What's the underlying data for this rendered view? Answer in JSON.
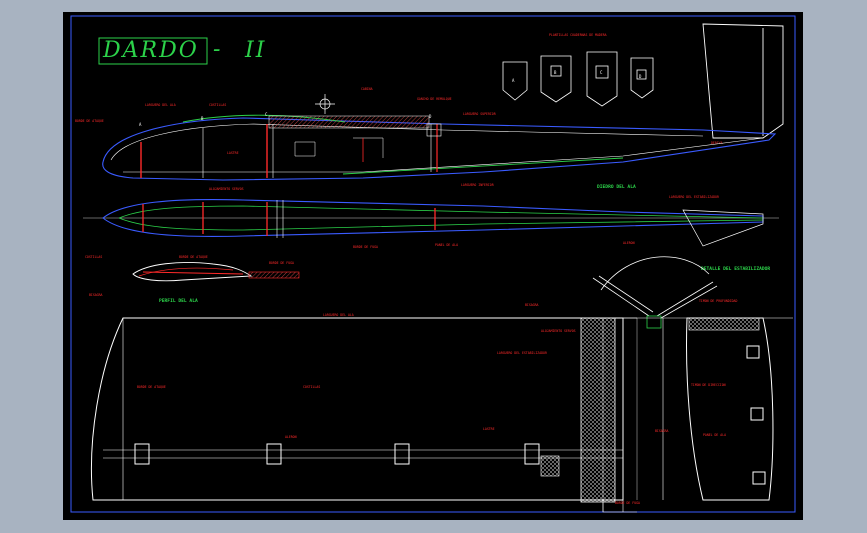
{
  "drawing": {
    "title": "DARDO",
    "title_dash": "-",
    "title_suffix": "II"
  },
  "views": {
    "wing_dihedral": "DIEDRO DEL ALA",
    "wing_profile": "PERFIL DEL ALA",
    "stabilizer_detail": "DETALLE DEL ESTABILIZADOR"
  },
  "section_letters": [
    "A",
    "B",
    "C",
    "D"
  ],
  "annotations": {
    "frames_note": "PLANTILLAS CUADERNAS DE MADERA",
    "fuselage_top": "LARGUERO SUPERIOR",
    "fuselage_bottom": "LARGUERO INFERIOR",
    "wing_spar": "LARGUERO DEL ALA",
    "wing_ribs": "COSTILLAS",
    "leading_edge": "BORDE DE ATAQUE",
    "trailing_edge": "BORDE DE FUGA",
    "stab_spar": "LARGUERO DEL ESTABILIZADOR",
    "servo_bay": "ALOJAMIENTO SERVOS",
    "tow_hook": "GANCHO DE REMOLQUE",
    "canopy": "CABINA",
    "fin": "DERIVA",
    "rudder": "TIMON DE DIRECCION",
    "elevator": "TIMON DE PROFUNDIDAD",
    "hinge": "BISAGRA",
    "wing_panel": "PANEL DE ALA",
    "ballast": "LASTRE",
    "flap": "ALERON"
  },
  "colors": {
    "background": "#000000",
    "frame": "#a8b3c1",
    "geometry": "#ffffff",
    "annotation": "#ff2a2a",
    "label": "#2cd24a",
    "fuselage_skin": "#3a5bff",
    "hatch": "#d94a4a"
  }
}
